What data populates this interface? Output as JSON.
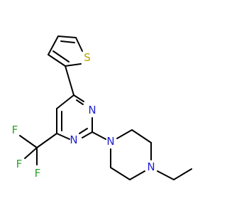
{
  "molecule": {
    "atoms": {
      "s_ring": "S",
      "n1": "N",
      "n3": "N",
      "n_pip1": "N",
      "n_pip4": "N",
      "f1": "F",
      "f2": "F",
      "f3": "F"
    },
    "colors": {
      "bond": "#000000",
      "sulfur": "#b8a000",
      "nitrogen": "#1f1fd1",
      "fluorine": "#2aa32a"
    }
  }
}
